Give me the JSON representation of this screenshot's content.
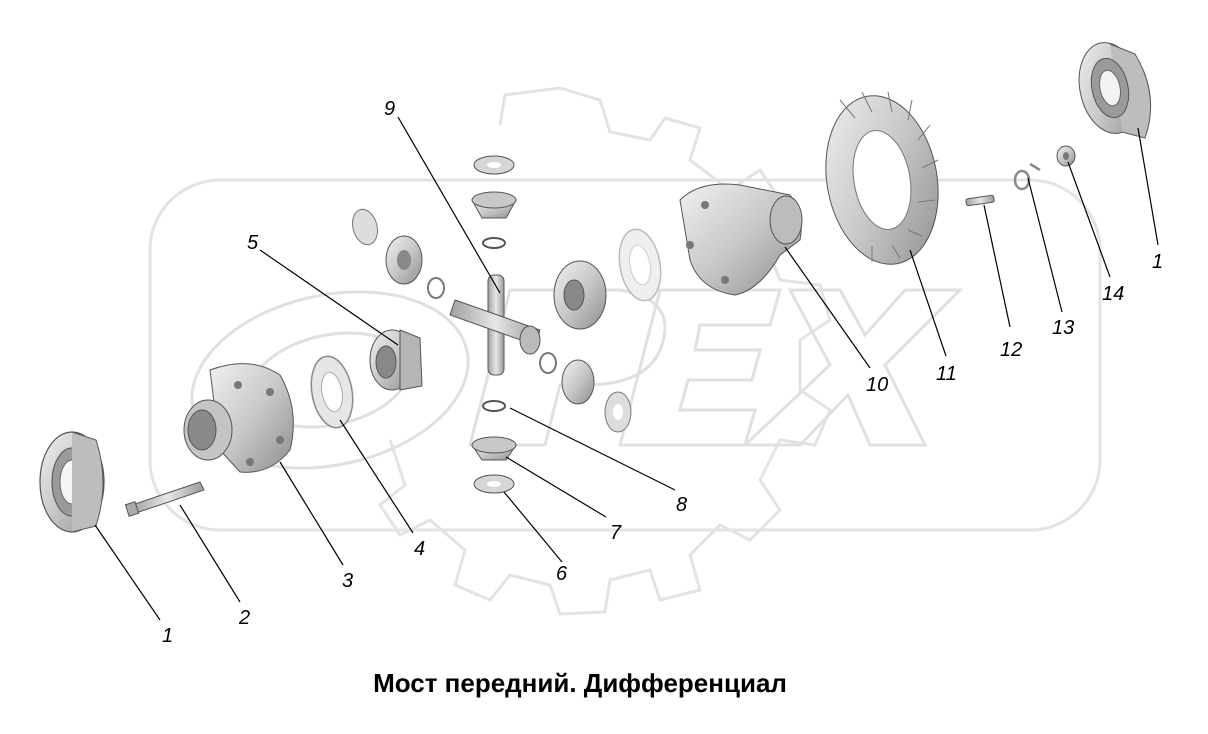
{
  "caption": "Мост передний. Дифференциал",
  "watermark": "OREX",
  "callouts": {
    "c1a": "1",
    "c1b": "1",
    "c2": "2",
    "c3": "3",
    "c4": "4",
    "c5": "5",
    "c6": "6",
    "c7": "7",
    "c8": "8",
    "c9": "9",
    "c10": "10",
    "c11": "11",
    "c12": "12",
    "c13": "13",
    "c14": "14"
  },
  "colors": {
    "part_fill": "#d8d8d8",
    "part_dark": "#8a8a8a",
    "watermark": "#e6e6e6",
    "line": "#000000"
  }
}
